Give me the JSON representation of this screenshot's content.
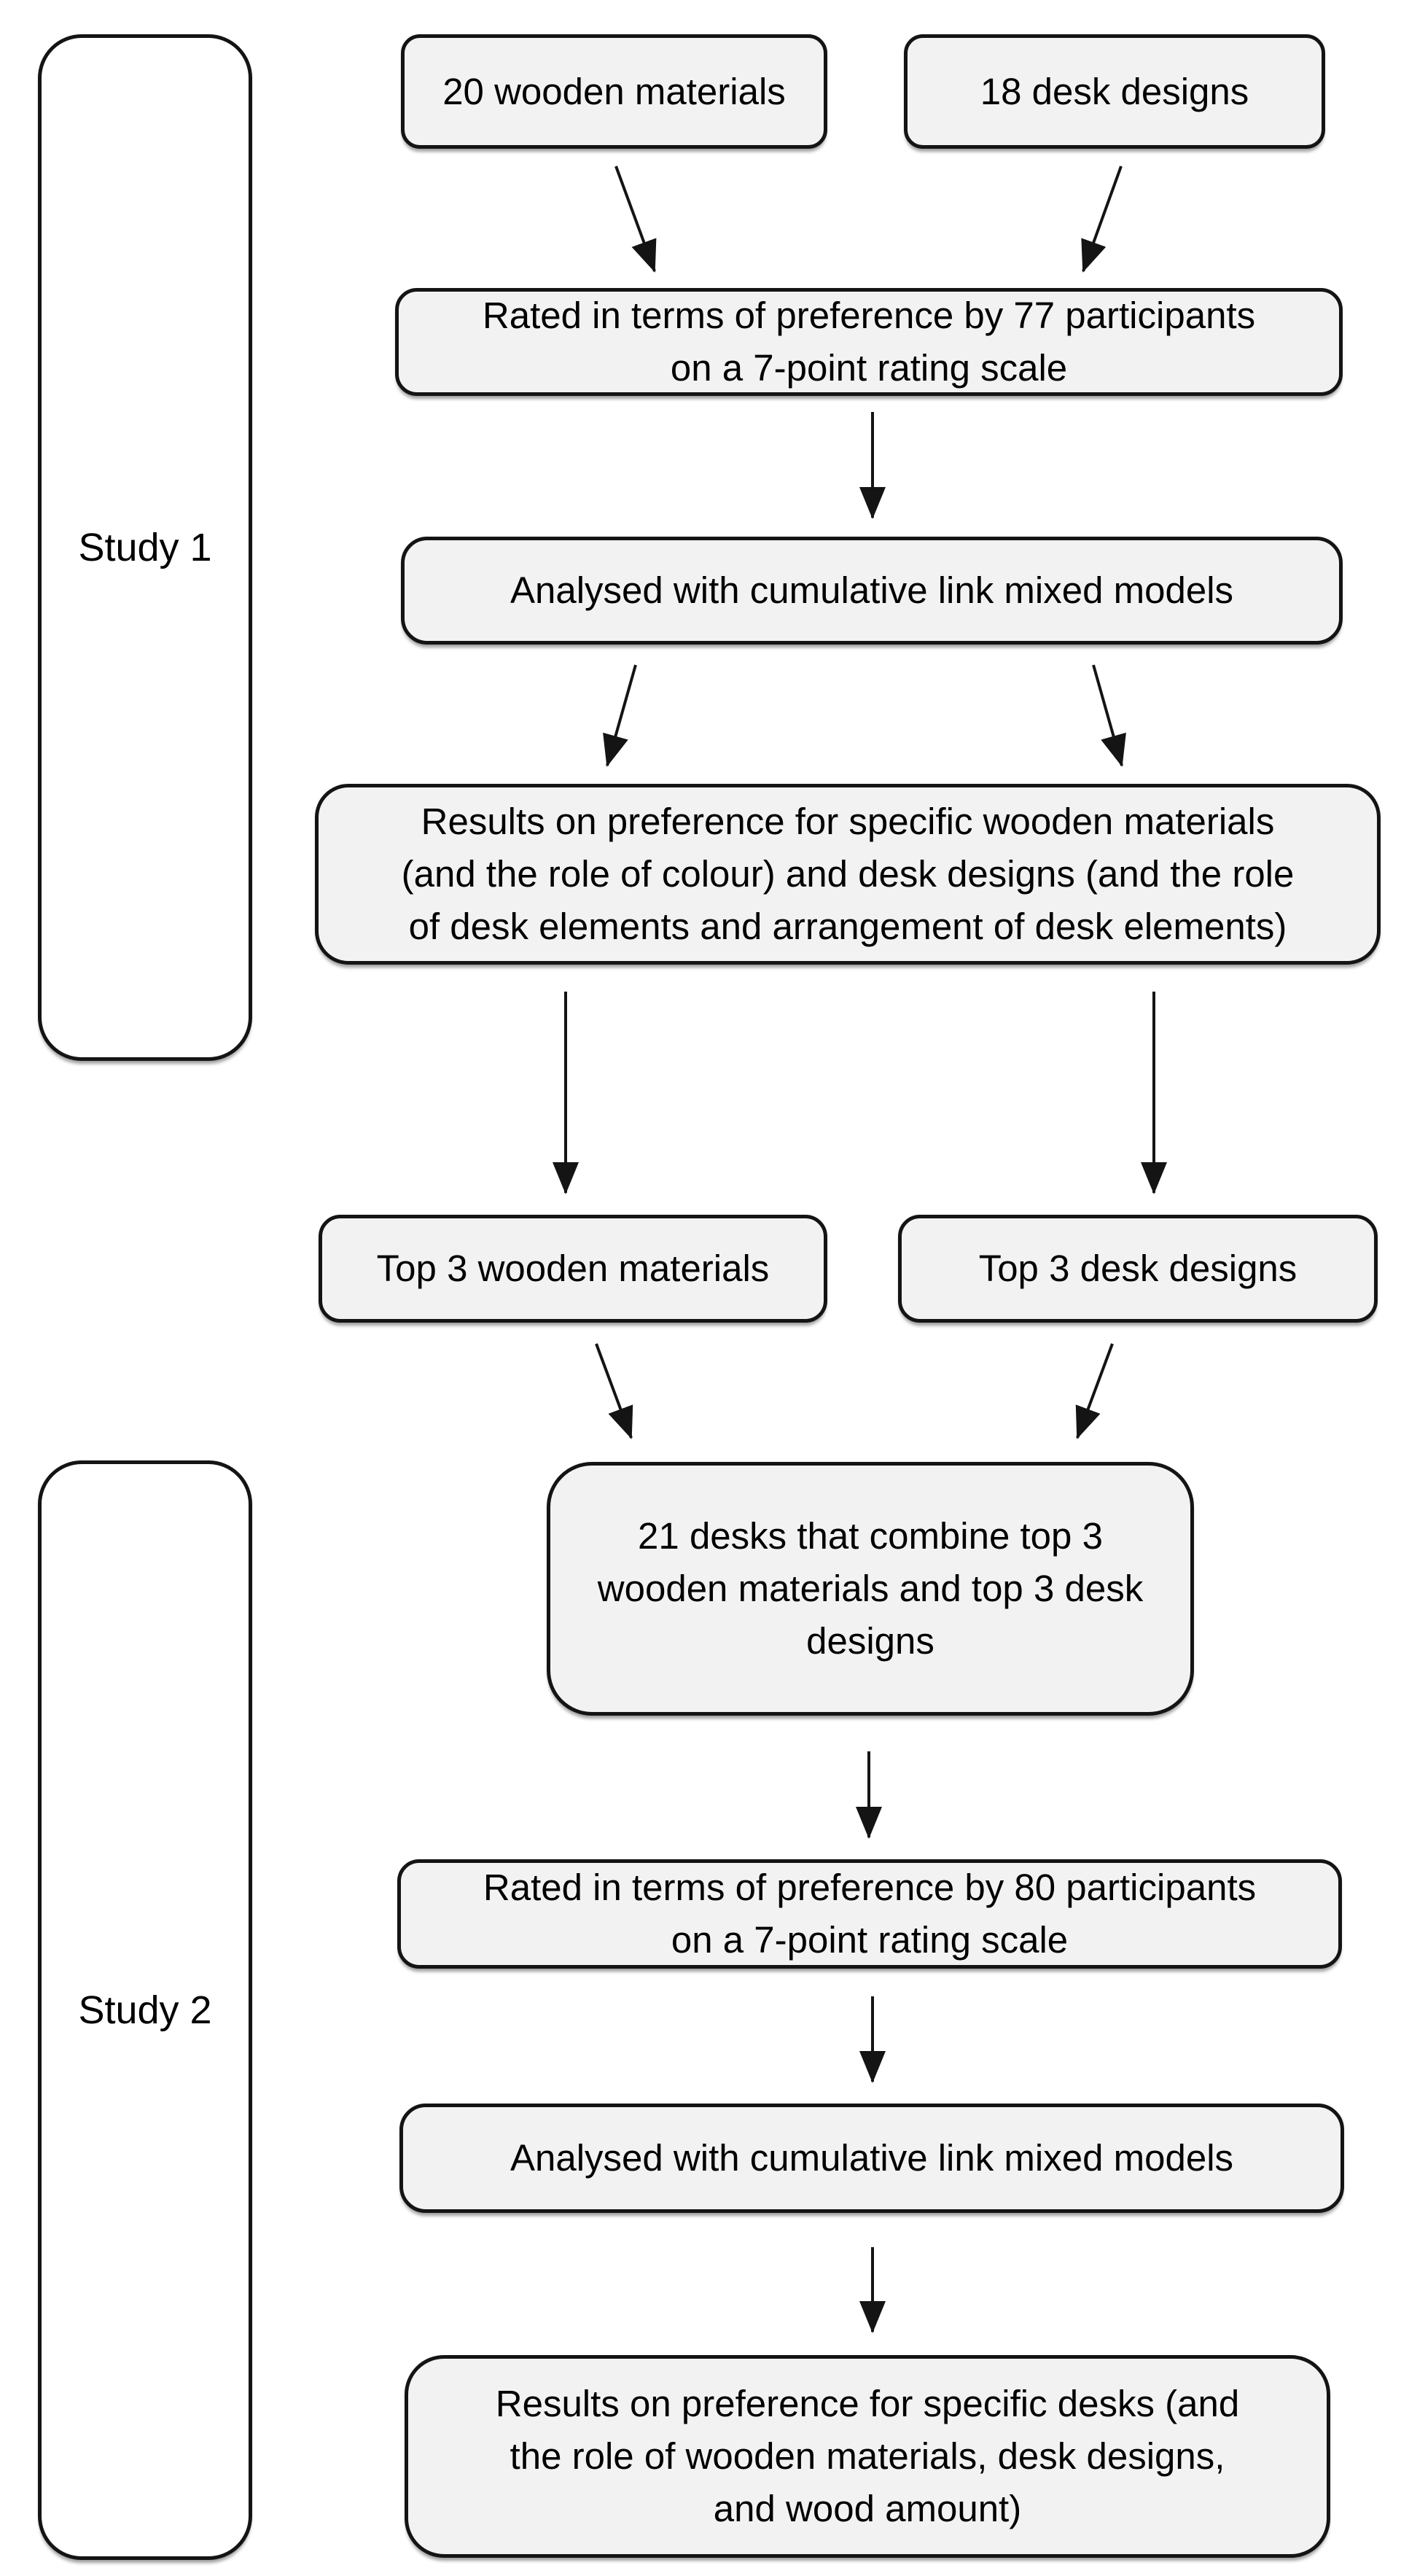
{
  "figure": {
    "background": "#ffffff",
    "node_fill": "#f2f2f2",
    "node_border": "#141414",
    "text_color": "#000000",
    "sidebars": [
      {
        "label": "Study 1"
      },
      {
        "label": "Study 2"
      }
    ],
    "nodes": [
      {
        "id": "materials20",
        "text": "20 wooden materials"
      },
      {
        "id": "designs18",
        "text": "18 desk designs"
      },
      {
        "id": "rated77",
        "text": "Rated in terms of preference by 77 participants\non a 7-point rating scale"
      },
      {
        "id": "analysed1",
        "text": "Analysed with cumulative link mixed models"
      },
      {
        "id": "results1",
        "text": "Results on preference for specific wooden materials\n(and the role of colour) and desk designs (and the role\nof desk elements and arrangement of desk elements)"
      },
      {
        "id": "top3materials",
        "text": "Top 3 wooden materials"
      },
      {
        "id": "top3designs",
        "text": "Top 3 desk designs"
      },
      {
        "id": "desks21",
        "text": "21 desks that combine top 3\nwooden materials and top 3 desk\ndesigns"
      },
      {
        "id": "rated80",
        "text": "Rated in terms of preference by 80 participants\non a 7-point rating scale"
      },
      {
        "id": "analysed2",
        "text": "Analysed with cumulative link mixed models"
      },
      {
        "id": "results2",
        "text": "Results on preference for specific desks (and\nthe role of wooden materials, desk designs,\nand wood amount)"
      }
    ],
    "edges": [
      {
        "from": "materials20",
        "to": "rated77"
      },
      {
        "from": "designs18",
        "to": "rated77"
      },
      {
        "from": "rated77",
        "to": "analysed1"
      },
      {
        "from": "analysed1",
        "to": "results1 (left)"
      },
      {
        "from": "analysed1",
        "to": "results1 (right)"
      },
      {
        "from": "results1",
        "to": "top3materials"
      },
      {
        "from": "results1",
        "to": "top3designs"
      },
      {
        "from": "top3materials",
        "to": "desks21"
      },
      {
        "from": "top3designs",
        "to": "desks21"
      },
      {
        "from": "desks21",
        "to": "rated80"
      },
      {
        "from": "rated80",
        "to": "analysed2"
      },
      {
        "from": "analysed2",
        "to": "results2"
      }
    ]
  }
}
